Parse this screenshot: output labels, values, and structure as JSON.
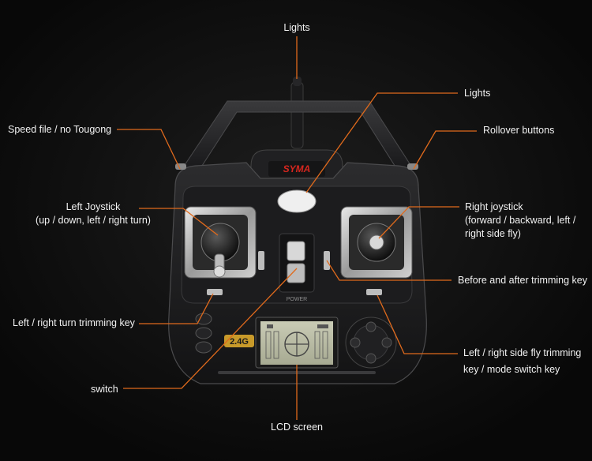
{
  "brand": "SYMA",
  "band_badge": "2.4G",
  "power_label": "POWER",
  "accent_color": "#e06a1c",
  "labels": {
    "lights_top": "Lights",
    "lights_right": "Lights",
    "speed_file": "Speed file / no Tougong",
    "rollover": "Rollover buttons",
    "left_joystick_title": "Left Joystick",
    "left_joystick_desc": "(up / down, left / right turn)",
    "right_joystick_title": "Right joystick",
    "right_joystick_desc1": "(forward / backward, left /",
    "right_joystick_desc2": "right side fly)",
    "before_after_trim": "Before and after trimming key",
    "lr_turn_trim": "Left / right turn trimming key",
    "lr_side_trim1": "Left / right side fly trimming",
    "lr_side_trim2": "key / mode switch key",
    "switch": "switch",
    "lcd": "LCD screen"
  }
}
